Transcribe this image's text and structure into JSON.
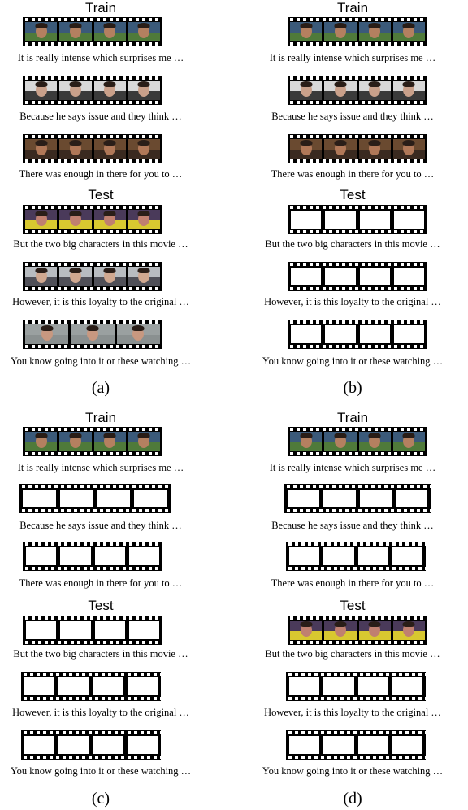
{
  "headers": {
    "train": "Train",
    "test": "Test"
  },
  "captions": {
    "train": [
      "It is really intense which surprises me …",
      "Because he says issue and they think …",
      "There was enough in there for you to …"
    ],
    "test": [
      "But the two big characters in this movie …",
      "However, it is this loyalty to the original …",
      "You know going into it or these watching …"
    ]
  },
  "panel_labels": {
    "a": "(a)",
    "b": "(b)",
    "c": "(c)",
    "d": "(d)"
  },
  "colors": {
    "clip1_bg": "#3b5a7a",
    "clip1_shirt": "#4f7a3a",
    "clip1_skin": "#b48060",
    "clip2_bg": "#d8d8d8",
    "clip2_shirt": "#3a3a3a",
    "clip2_skin": "#c9a08a",
    "clip3_bg": "#6a4a30",
    "clip3_shirt": "#3a2a20",
    "clip3_skin": "#b07858",
    "clip4_bg": "#4a3a5a",
    "clip4_shirt": "#d8c830",
    "clip4_skin": "#c08070",
    "clip5_bg": "#b8bcc0",
    "clip5_shirt": "#505058",
    "clip5_skin": "#d0a890",
    "clip6_bg": "#9aa0a0",
    "clip6_shirt": "#8a9090",
    "clip6_skin": "#c89880"
  }
}
